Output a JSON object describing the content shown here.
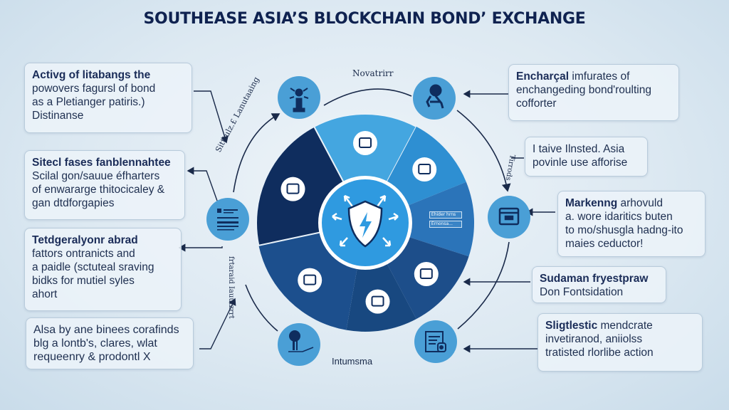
{
  "title": "SOUTHEASE ASIA’S BLOCKCHAIN BOND’ EXCHANGE",
  "colors": {
    "navy": "#0f2d5e",
    "dark_blue": "#1d4e8a",
    "mid_blue": "#2f72b8",
    "light_blue": "#3a9ad9",
    "sky_blue": "#44a6e0",
    "node_blue": "#4a9fd6",
    "background": "#e3edf5"
  },
  "left_cards": [
    {
      "bold": "Activg of litabangs the",
      "lines": [
        "powovers fagursl of bond",
        "as a Pletianger patiris.)",
        "Distinanse"
      ]
    },
    {
      "bold": "Sitecl fases fanblennahtee",
      "lines": [
        "Scilal gon/sauue éfharters",
        "of enwararge thitocicaley &",
        "gan dtdforgapies"
      ]
    },
    {
      "bold": "Tetdgeralyonr abrad",
      "lines": [
        "fattors ontranicts and",
        "a paidle (sctuteal sraving",
        "bidks for mutiel syles",
        "ahort"
      ]
    },
    {
      "bold": "",
      "lines": [
        "Alsa by ane binees corafinds",
        "blg a lontb's, clares, wlat",
        "requeenry & prodontl X"
      ]
    }
  ],
  "right_cards": [
    {
      "bold": "Encharçal",
      "rest": " imfurates of",
      "lines": [
        "enchangeding bond'roulting",
        "cofforter"
      ]
    },
    {
      "bold": "",
      "rest": "",
      "lines": [
        "I taive Ilnsted. Asia",
        "povinle use afforise"
      ]
    },
    {
      "bold": "Markenng",
      "rest": " arhovuld",
      "lines": [
        "a. wore idaritics buten",
        "to mo/shusgla hadng-ito",
        "maies ceductor!"
      ]
    },
    {
      "bold": "Sudaman fryestpraw",
      "rest": "",
      "lines": [
        "Don Fontsidation"
      ]
    },
    {
      "bold": "Sligtlestic",
      "rest": " mendcrate",
      "lines": [
        "invetiranod, aniiolss",
        "tratisted rlorlibe action"
      ]
    }
  ],
  "curve_labels": {
    "top": "Novatrirr",
    "upper_left": "Sitttulz.£ Lanutaaing",
    "lower_left": "frtaraid Iauutzrrt",
    "right": "Tirrods",
    "bottom": "Intumsma"
  },
  "wheel": {
    "center_icon": "shield-lightning-icon",
    "segments": [
      {
        "icon": "flag-boat-icon",
        "color": "#44a6e0"
      },
      {
        "icon": "calendar-grid-icon",
        "color": "#2e8fd2"
      },
      {
        "icon": "form-fields-icon",
        "color": "#2b74b9",
        "field_labels": [
          "Ehider hrns",
          "Ernonsa..."
        ]
      },
      {
        "icon": "monitor-icon",
        "color": "#1d4e8a"
      },
      {
        "icon": "network-nodes-icon",
        "color": "#184880"
      },
      {
        "icon": "printer-desk-icon",
        "color": "#1c4f8d"
      },
      {
        "icon": "camera-device-icon",
        "color": "#0f2d5e"
      }
    ]
  },
  "nodes": [
    {
      "icon": "trophy-bolt-icon"
    },
    {
      "icon": "robot-hand-icon"
    },
    {
      "icon": "browser-window-icon"
    },
    {
      "icon": "certificate-lock-icon"
    },
    {
      "icon": "tree-landscape-icon"
    },
    {
      "icon": "document-lines-icon"
    }
  ]
}
